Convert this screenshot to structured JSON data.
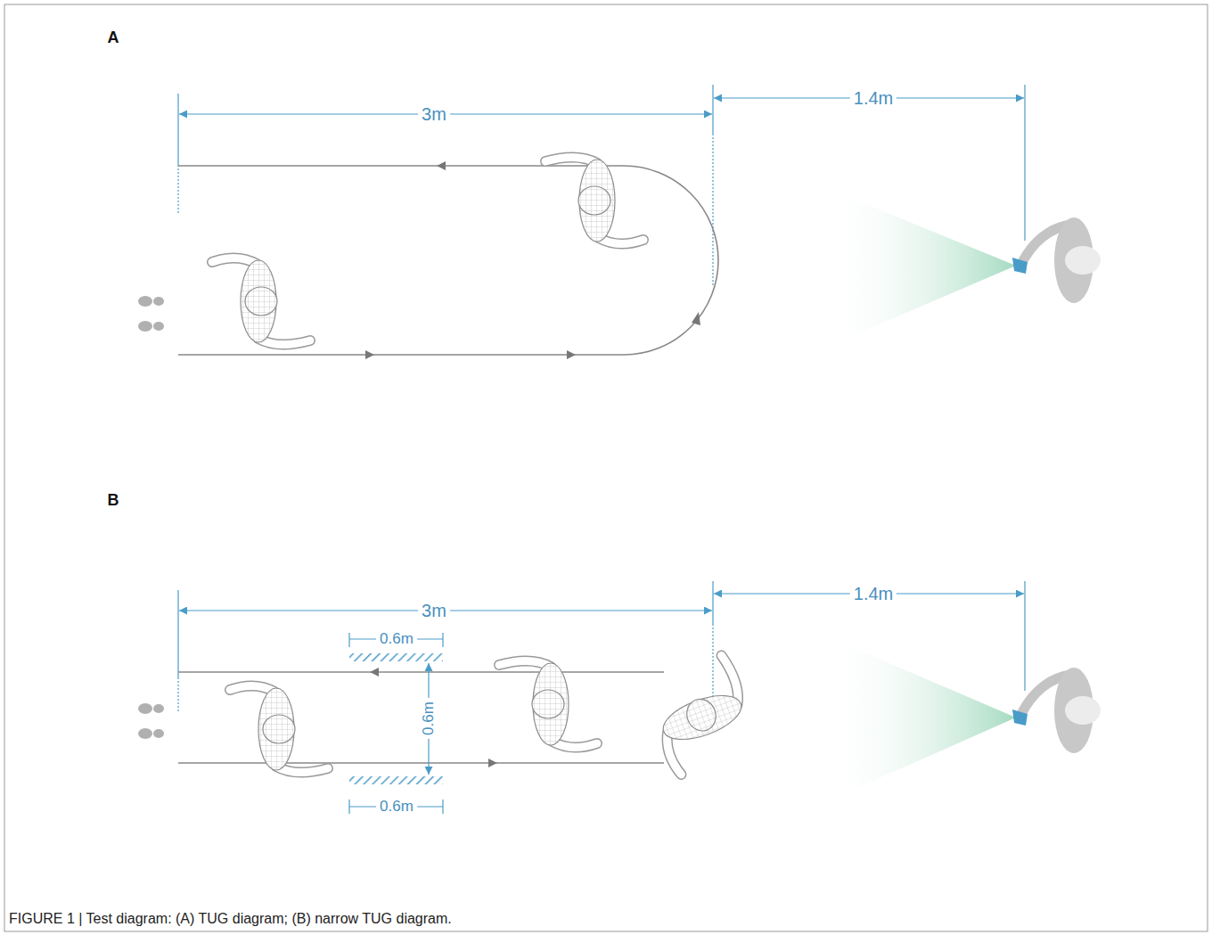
{
  "diagram": {
    "caption": "FIGURE 1 | Test diagram: (A) TUG diagram; (B) narrow TUG diagram.",
    "labels": [
      "A",
      "3m",
      "1.4m",
      "B",
      "3m",
      "1.4m",
      "0.6m",
      "0.6m",
      "0.6m"
    ]
  }
}
